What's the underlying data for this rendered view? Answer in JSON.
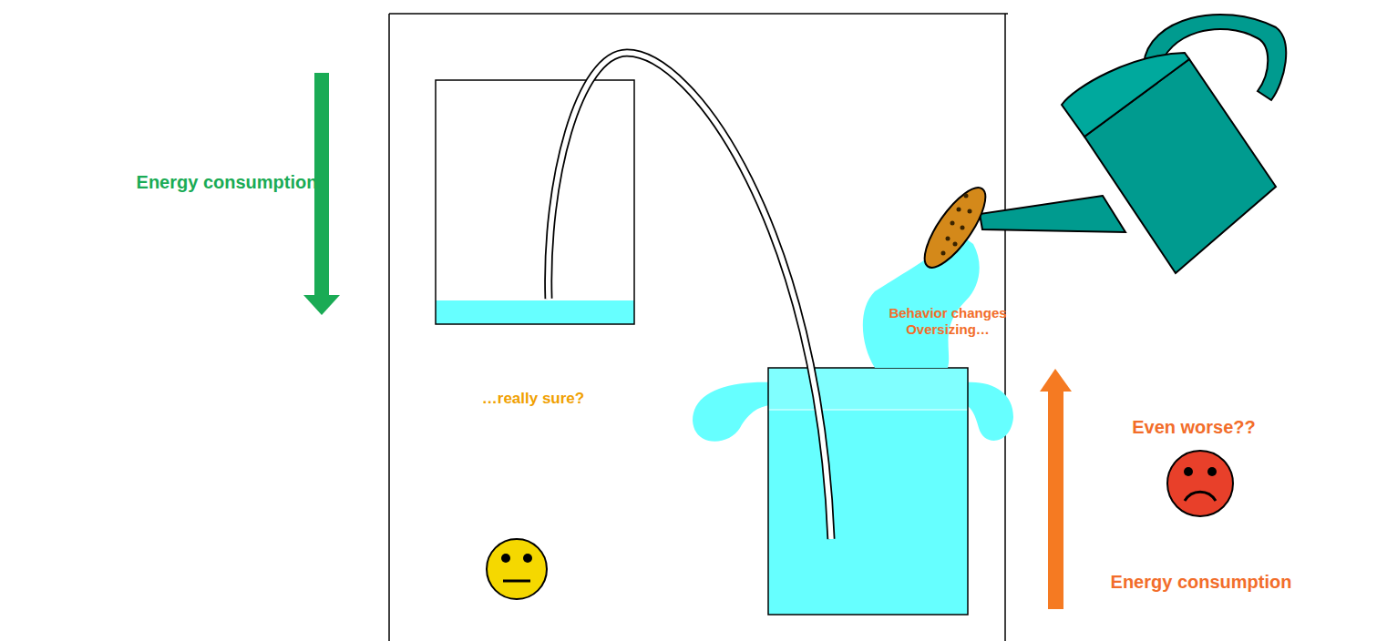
{
  "diagram": {
    "labels": [
      "Energy consumption",
      "Behavior changes Oversizing…",
      "…really sure?",
      "Even worse??",
      "Energy consumption"
    ]
  }
}
